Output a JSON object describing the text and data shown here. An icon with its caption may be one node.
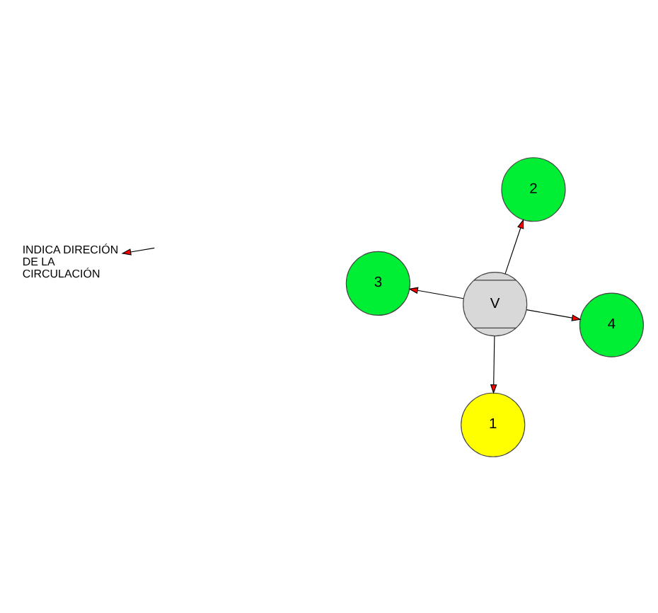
{
  "diagram": {
    "nodes": [
      {
        "text": [
          "1"
        ]
      },
      {
        "text": [
          "4"
        ]
      },
      {
        "text": [
          "V"
        ]
      },
      {
        "text": [
          "3"
        ]
      },
      {
        "text": [
          "2"
        ]
      }
    ],
    "edges": [
      {
        "from": 2,
        "to": 0,
        "arrow": "to"
      },
      {
        "from": 2,
        "to": 1,
        "arrow": "to"
      },
      {
        "from": 2,
        "to": 3,
        "arrow": "to"
      },
      {
        "from": 2,
        "to": 4,
        "arrow": "to"
      }
    ],
    "legend": [
      {
        "text": "INDICA DIRECIÓN DE LA CIRCULACIÓN"
      }
    ]
  }
}
